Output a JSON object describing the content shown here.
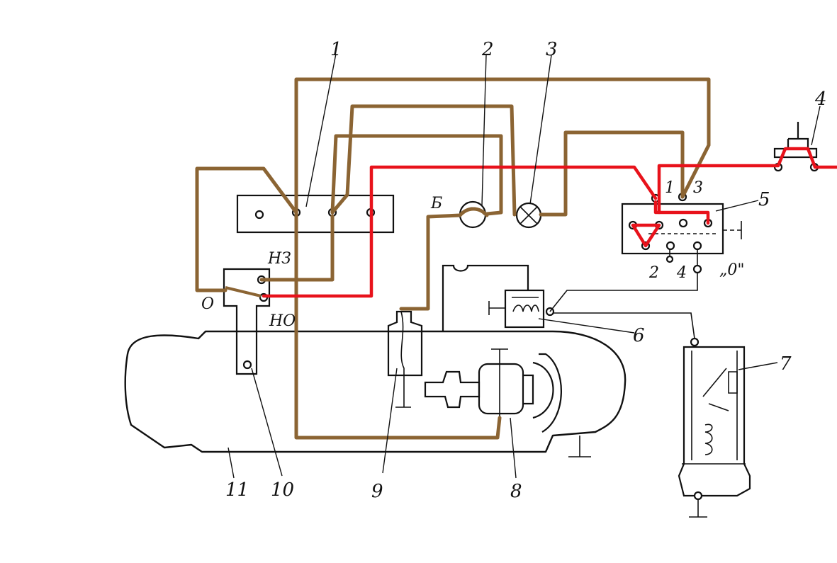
{
  "colors": {
    "brown_wire": "#8B6433",
    "red_wire": "#E8121B",
    "ink": "#111111"
  },
  "callouts": {
    "c1": "1",
    "c2": "2",
    "c3": "3",
    "c4": "4",
    "c5": "5",
    "c6": "6",
    "c7": "7",
    "c8": "8",
    "c9": "9",
    "c10": "10",
    "c11": "11"
  },
  "terminal_labels": {
    "b": "Б",
    "nz": "НЗ",
    "no": "НО",
    "zero": "О",
    "relay_1": "1",
    "relay_2": "2",
    "relay_3": "3",
    "relay_4": "4",
    "off_position": "„0\""
  }
}
